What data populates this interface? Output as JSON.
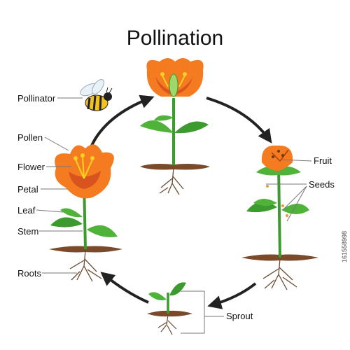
{
  "title": "Pollination",
  "labels": {
    "pollinator": "Pollinator",
    "pollen": "Pollen",
    "flower": "Flower",
    "petal": "Petal",
    "leaf": "Leaf",
    "stem": "Stem",
    "roots": "Roots",
    "fruit": "Fruit",
    "seeds": "Seeds",
    "sprout": "Sprout"
  },
  "watermark": "161558998",
  "colors": {
    "petal_orange": "#f47b20",
    "petal_dark": "#d9531e",
    "stem_green": "#3c9a2e",
    "leaf_green": "#4fb33a",
    "soil_brown": "#7a4a2a",
    "root_brown": "#6b4a30",
    "arrow": "#222222"
  }
}
